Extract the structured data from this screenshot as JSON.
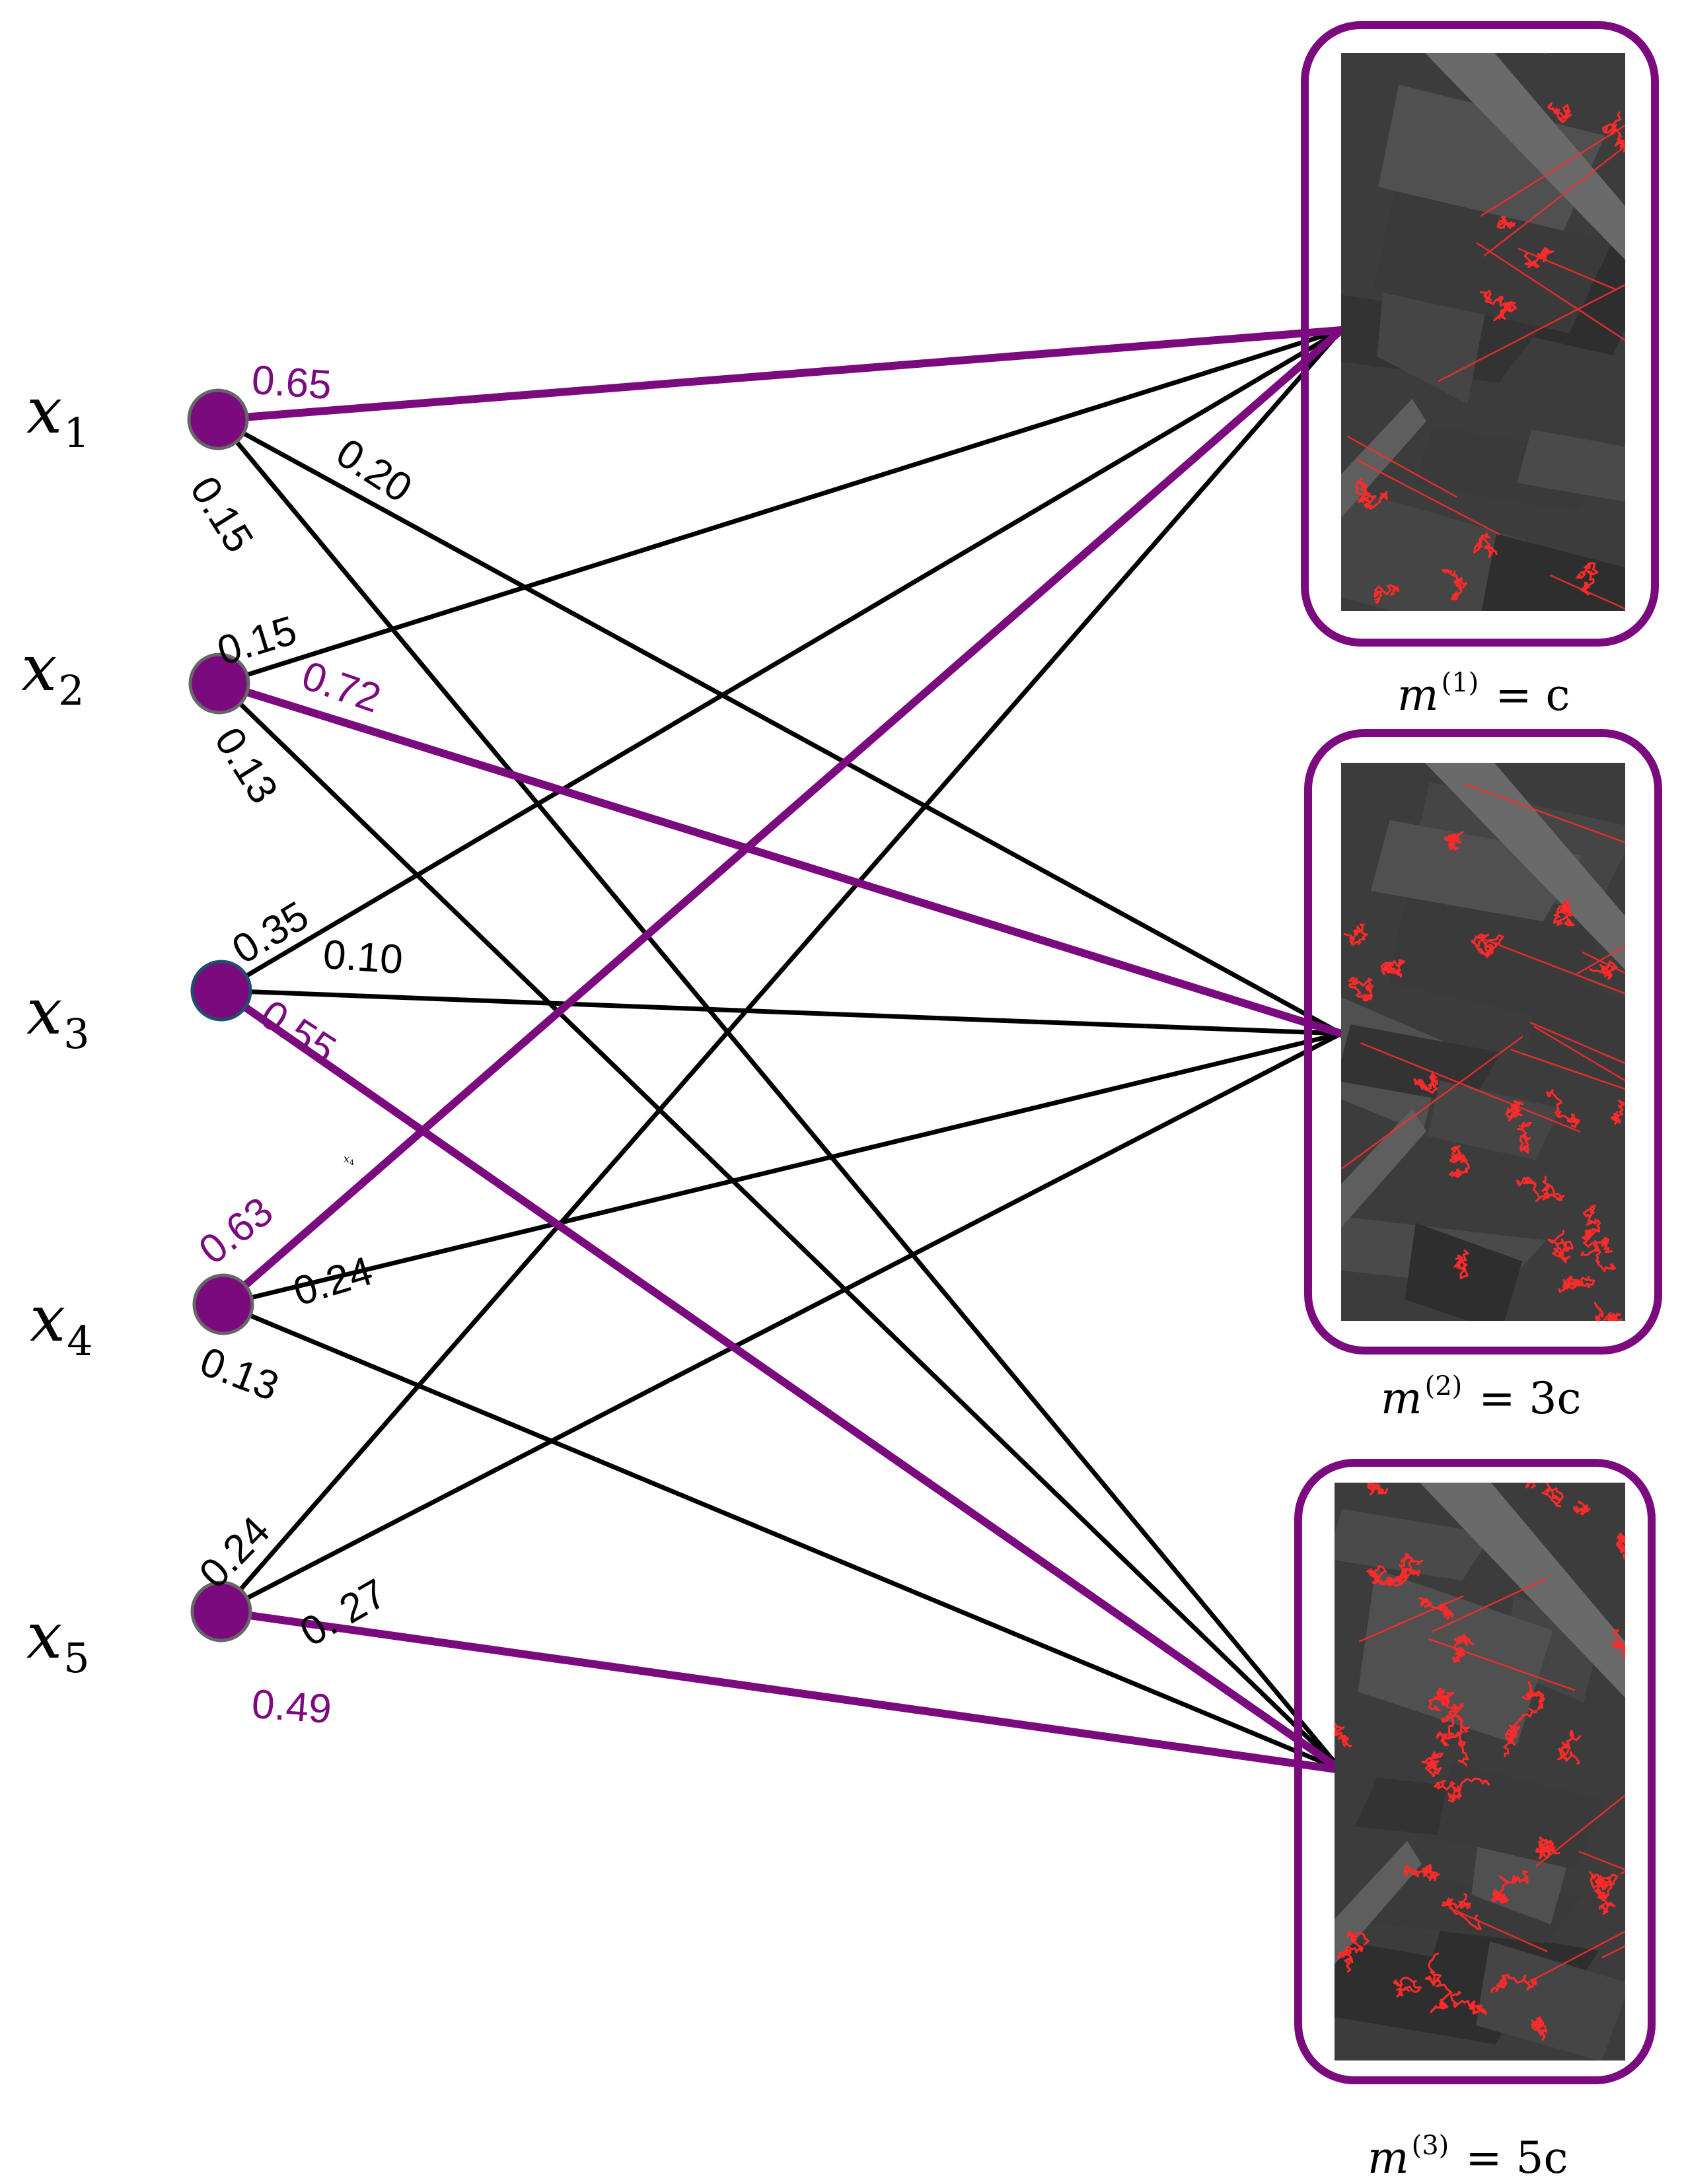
{
  "colors": {
    "highlight": "#7a0a7e",
    "normal": "#000000",
    "node_fill": "#7a0a7e",
    "node_stroke": "#666666",
    "node3_stroke": "#1f4e6e",
    "frame": "#7a0a7e",
    "segment_line": "#ff2a2a",
    "image_bg": "#3c3c3c"
  },
  "inputs": [
    {
      "id": "x1",
      "symbol": "x",
      "sub": "1"
    },
    {
      "id": "x2",
      "symbol": "x",
      "sub": "2"
    },
    {
      "id": "x3",
      "symbol": "x",
      "sub": "3"
    },
    {
      "id": "x4",
      "symbol": "x",
      "sub": "4"
    },
    {
      "id": "x5",
      "symbol": "x",
      "sub": "5"
    }
  ],
  "outputs": [
    {
      "id": "m1",
      "base": "m",
      "sup": "(1)",
      "rhs": "= c"
    },
    {
      "id": "m2",
      "base": "m",
      "sup": "(2)",
      "rhs": "= 3c"
    },
    {
      "id": "m3",
      "base": "m",
      "sup": "(3)",
      "rhs": "= 5c"
    }
  ],
  "edges": [
    {
      "from": "x1",
      "to": "m1",
      "weight": 0.65,
      "label": "0.65",
      "highlight": true
    },
    {
      "from": "x1",
      "to": "m2",
      "weight": 0.2,
      "label": "0.20",
      "highlight": false
    },
    {
      "from": "x1",
      "to": "m3",
      "weight": 0.15,
      "label": "0.15",
      "highlight": false
    },
    {
      "from": "x2",
      "to": "m1",
      "weight": 0.15,
      "label": "0.15",
      "highlight": false
    },
    {
      "from": "x2",
      "to": "m2",
      "weight": 0.72,
      "label": "0.72",
      "highlight": true
    },
    {
      "from": "x2",
      "to": "m3",
      "weight": 0.13,
      "label": "0.13",
      "highlight": false
    },
    {
      "from": "x3",
      "to": "m1",
      "weight": 0.35,
      "label": "0.35",
      "highlight": false
    },
    {
      "from": "x3",
      "to": "m2",
      "weight": 0.1,
      "label": "0.10",
      "highlight": false
    },
    {
      "from": "x3",
      "to": "m3",
      "weight": 0.55,
      "label": "0.55",
      "highlight": true
    },
    {
      "from": "x4",
      "to": "m1",
      "weight": 0.63,
      "label": "0.63",
      "highlight": true
    },
    {
      "from": "x4",
      "to": "m2",
      "weight": 0.24,
      "label": "0.24",
      "highlight": false
    },
    {
      "from": "x4",
      "to": "m3",
      "weight": 0.13,
      "label": "0.13",
      "highlight": false
    },
    {
      "from": "x5",
      "to": "m1",
      "weight": 0.24,
      "label": "0.24",
      "highlight": false
    },
    {
      "from": "x5",
      "to": "m2",
      "weight": 0.27,
      "label": "0. 27",
      "highlight": false
    },
    {
      "from": "x5",
      "to": "m3",
      "weight": 0.49,
      "label": "0.49",
      "highlight": true
    }
  ],
  "stray_label": {
    "symbol": "x",
    "sub": "4"
  }
}
